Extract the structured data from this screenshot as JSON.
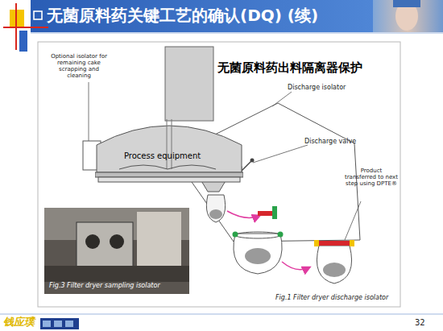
{
  "diagram": {
    "title": "无菌原料药关键工艺的确认(DQ) (续)",
    "caption": "Fig.1 Filter dryer discharge isolator",
    "nodes": [
      {
        "text": [
          "Process equipment"
        ]
      },
      {
        "text": [
          "Fig.3 Filter dryer sampling isolator"
        ]
      }
    ],
    "labels": [
      "Optional isolator for remaining cake scrapping and cleaning",
      "无菌原料药出料隔离器保护",
      "Discharge isolator",
      "Discharge valve",
      "Product transferred to next step using DPTE®",
      "钱应璞",
      "32"
    ]
  }
}
